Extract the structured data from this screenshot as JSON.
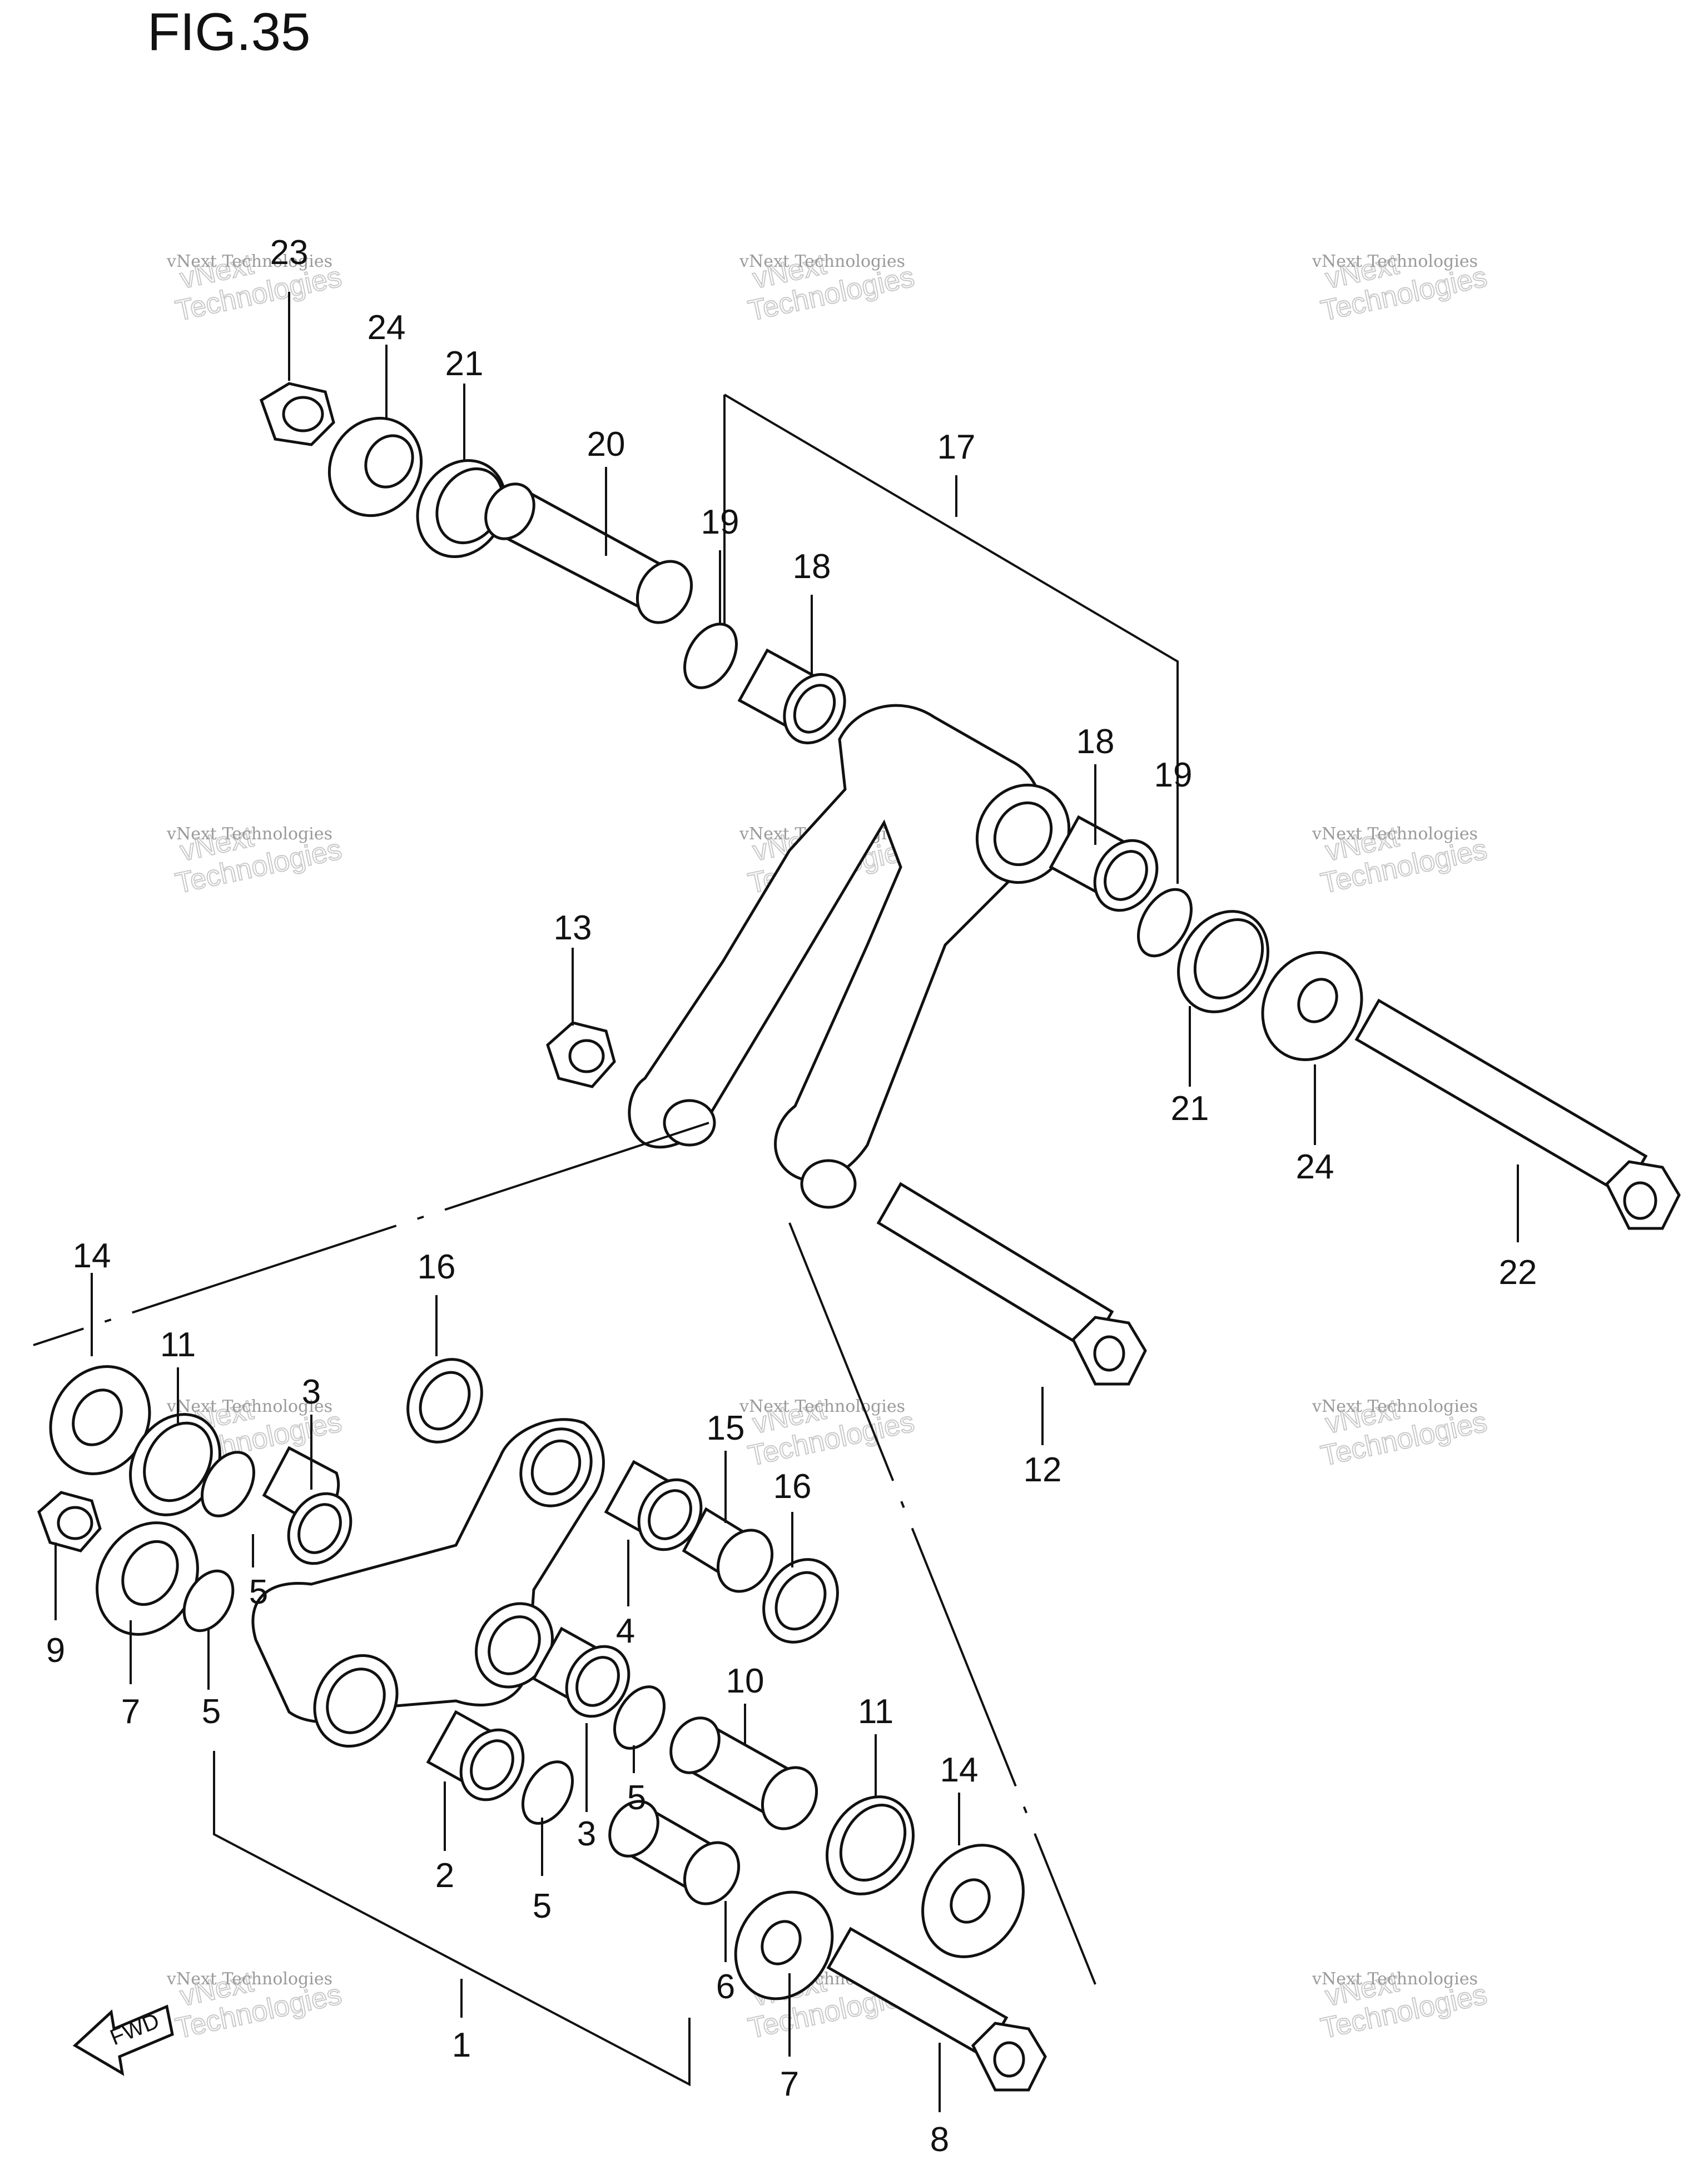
{
  "figure": {
    "title": "FIG.35"
  },
  "watermark": {
    "line1": "vNext Technologies",
    "line2": "vNext",
    "line3": "Technologies"
  },
  "fwd_label": "FWD",
  "callouts": [
    {
      "id": "c23",
      "text": "23"
    },
    {
      "id": "c24a",
      "text": "24"
    },
    {
      "id": "c21a",
      "text": "21"
    },
    {
      "id": "c20",
      "text": "20"
    },
    {
      "id": "c19a",
      "text": "19"
    },
    {
      "id": "c18a",
      "text": "18"
    },
    {
      "id": "c17",
      "text": "17"
    },
    {
      "id": "c18b",
      "text": "18"
    },
    {
      "id": "c19b",
      "text": "19"
    },
    {
      "id": "c13",
      "text": "13"
    },
    {
      "id": "c21b",
      "text": "21"
    },
    {
      "id": "c24b",
      "text": "24"
    },
    {
      "id": "c22",
      "text": "22"
    },
    {
      "id": "c14a",
      "text": "14"
    },
    {
      "id": "c16a",
      "text": "16"
    },
    {
      "id": "c11a",
      "text": "11"
    },
    {
      "id": "c3a",
      "text": "3"
    },
    {
      "id": "c12",
      "text": "12"
    },
    {
      "id": "c15",
      "text": "15"
    },
    {
      "id": "c16b",
      "text": "16"
    },
    {
      "id": "c5a",
      "text": "5"
    },
    {
      "id": "c4",
      "text": "4"
    },
    {
      "id": "c9",
      "text": "9"
    },
    {
      "id": "c7a",
      "text": "7"
    },
    {
      "id": "c5b",
      "text": "5"
    },
    {
      "id": "c10",
      "text": "10"
    },
    {
      "id": "c11b",
      "text": "11"
    },
    {
      "id": "c14b",
      "text": "14"
    },
    {
      "id": "c5c",
      "text": "5"
    },
    {
      "id": "c2",
      "text": "2"
    },
    {
      "id": "c3b",
      "text": "3"
    },
    {
      "id": "c5d",
      "text": "5"
    },
    {
      "id": "c6",
      "text": "6"
    },
    {
      "id": "c1",
      "text": "1"
    },
    {
      "id": "c7b",
      "text": "7"
    },
    {
      "id": "c8",
      "text": "8"
    }
  ]
}
